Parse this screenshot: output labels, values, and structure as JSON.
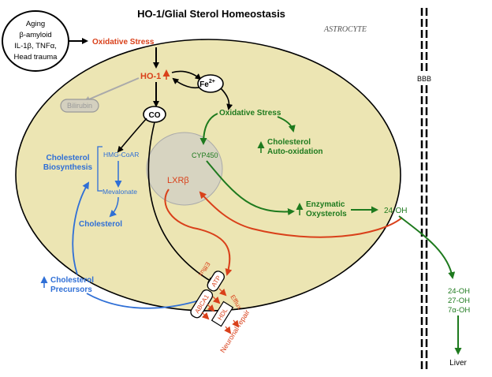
{
  "title": "HO-1/Glial Sterol Homeostasis",
  "cell_label": "ASTROCYTE",
  "barrier_label": "BBB",
  "inducers": [
    "Aging",
    "β-amyloid",
    "IL-1β, TNFα,",
    "Head trauma"
  ],
  "oxidative_stress_top": "Oxidative Stress",
  "ho1": "HO-1",
  "fe": "Fe",
  "fe_sup": "2+",
  "bilirubin": "Bilirubin",
  "co": "CO",
  "oxidative_stress_mid": "Oxidative Stress",
  "cholesterol_autoox": [
    "Cholesterol",
    "Auto-oxidation"
  ],
  "cyp450": "CYP450",
  "lxr": "LXRβ",
  "chol_biosynthesis": [
    "Cholesterol",
    "Biosynthesis"
  ],
  "hmg_coar": "HMG-CoAR",
  "mevalonate": "Mevalonate",
  "cholesterol": "Cholesterol",
  "enzymatic_oxysterols": [
    "Enzymatic",
    "Oxysterols"
  ],
  "oh24": "24-OH",
  "chol_precursors": [
    "Cholesterol",
    "Precursors"
  ],
  "abca1": "ABCA1",
  "atp": "ATP",
  "efflux": "Efflux",
  "hdl": "HDL",
  "neuronal_repair": "Neuronal repair",
  "liver_oxysterols": [
    "24-OH",
    "27-OH",
    "7α-OH"
  ],
  "liver": "Liver",
  "colors": {
    "red": "#d9401a",
    "green": "#1e7a1e",
    "blue": "#2f6fd6",
    "cell_fill": "#ece5b3",
    "er_fill": "#d7d4c1",
    "gray": "#999999"
  }
}
